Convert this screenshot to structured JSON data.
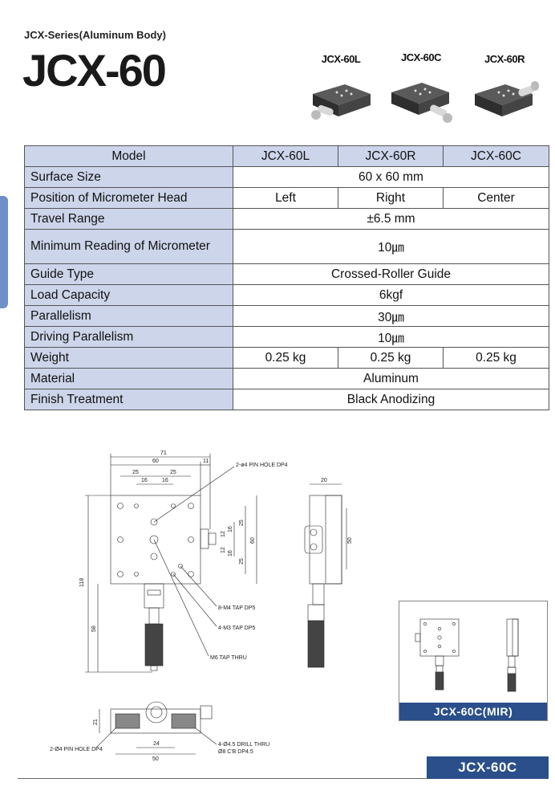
{
  "header": {
    "series": "JCX-Series(Aluminum Body)",
    "title": "JCX-60"
  },
  "variants": [
    "JCX-60L",
    "JCX-60C",
    "JCX-60R"
  ],
  "table": {
    "head": {
      "label": "Model",
      "cols": [
        "JCX-60L",
        "JCX-60R",
        "JCX-60C"
      ]
    },
    "rows": [
      {
        "label": "Surface Size",
        "value": "60 x 60 mm"
      },
      {
        "label": "Position of Micrometer Head",
        "values": [
          "Left",
          "Right",
          "Center"
        ]
      },
      {
        "label": "Travel Range",
        "value": "±6.5 mm"
      },
      {
        "label": "Minimum Reading of Micrometer",
        "value": "10㎛"
      },
      {
        "label": "Guide Type",
        "value": "Crossed-Roller Guide"
      },
      {
        "label": "Load Capacity",
        "value": "6kgf"
      },
      {
        "label": "Parallelism",
        "value": "30㎛"
      },
      {
        "label": "Driving Parallelism",
        "value": "10㎛"
      },
      {
        "label": "Weight",
        "values": [
          "0.25 kg",
          "0.25 kg",
          "0.25 kg"
        ]
      },
      {
        "label": "Material",
        "value": "Aluminum"
      },
      {
        "label": "Finish Treatment",
        "value": "Black Anodizing"
      }
    ]
  },
  "drawing": {
    "dims": {
      "d71": "71",
      "d60": "60",
      "d11": "11",
      "d25a": "25",
      "d25b": "25",
      "d16a": "16",
      "d16b": "16",
      "d118": "118",
      "d58": "58",
      "v25a": "25",
      "v16a": "16",
      "v12a": "12",
      "v60": "60",
      "v12b": "12",
      "v16b": "16",
      "v25b": "25",
      "s20": "20",
      "s50": "50",
      "b21": "21",
      "b24": "24",
      "b50": "50"
    },
    "callouts": {
      "pin_hole": "2-ø4 PIN HOLE DP4",
      "m4_tap": "8-M4 TAP DP5",
      "m3_tap": "4-M3 TAP DP5",
      "m6_tap": "M6 TAP THRU",
      "pin_hole_bottom": "2-Ø4 PIN HOLE DP4",
      "drill_thru": "4-Ø4.5 DRILL THRU",
      "cb": "Ø8 C'B DP4.5"
    }
  },
  "mir_label": "JCX-60C(MIR)",
  "footer_badge": "JCX-60C"
}
